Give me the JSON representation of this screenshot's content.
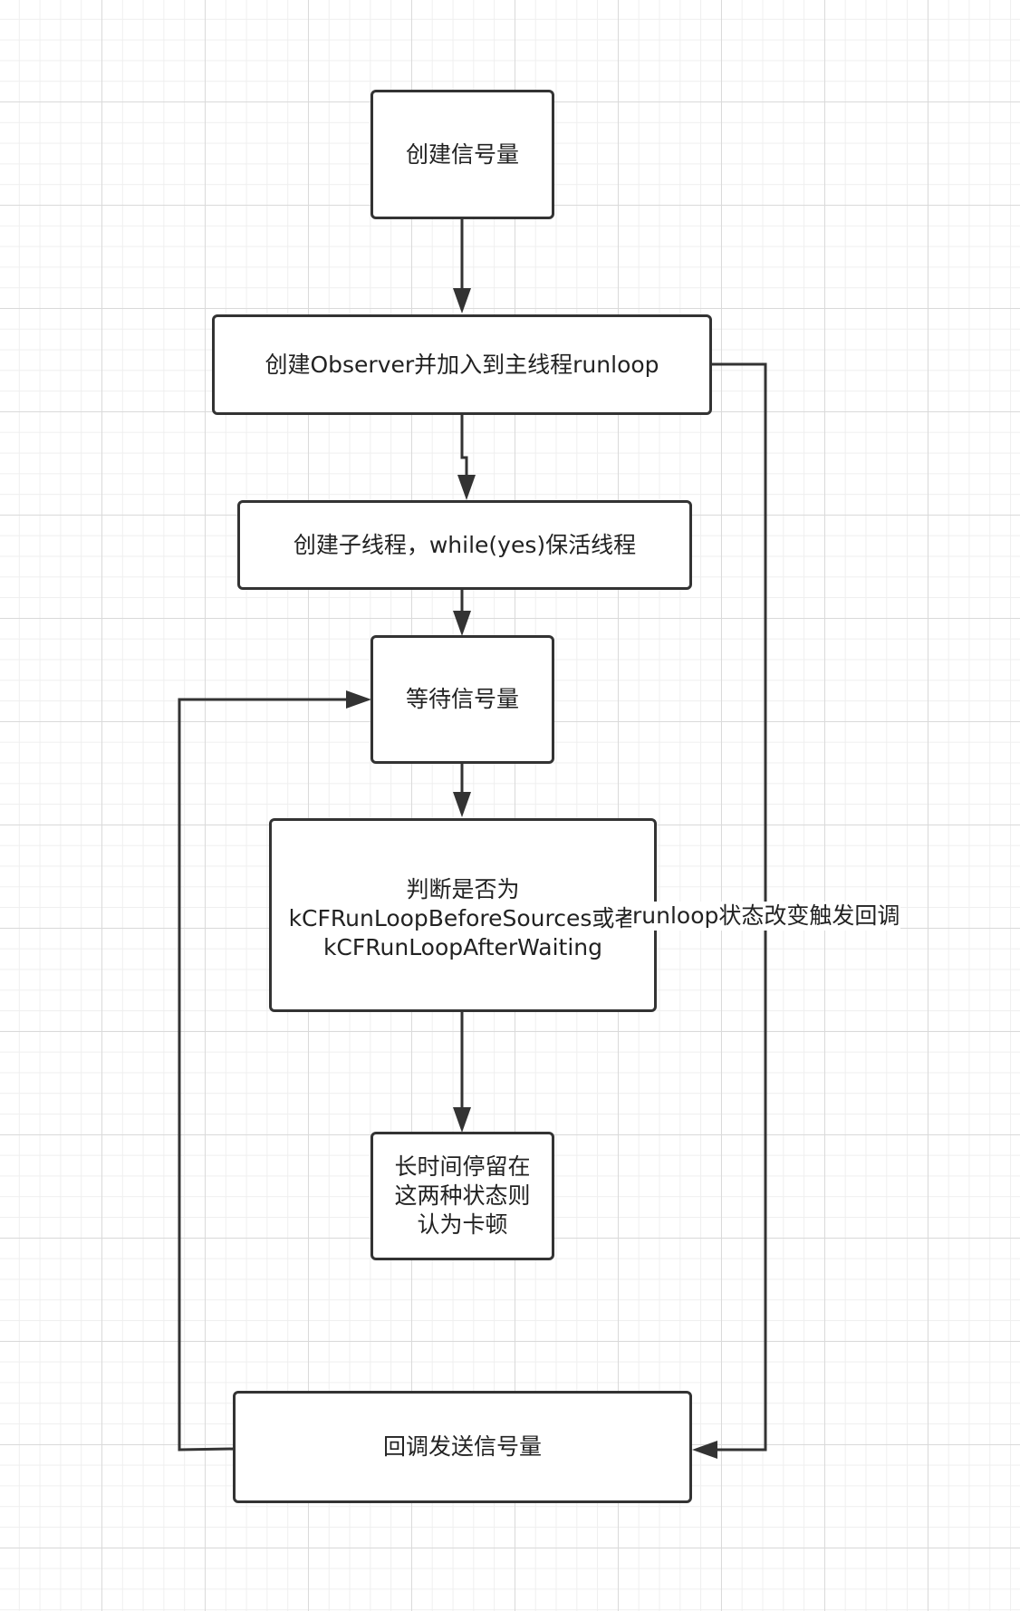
{
  "nodes": {
    "create_semaphore": "创建信号量",
    "create_observer": "创建Observer并加入到主线程runloop",
    "create_thread": "创建子线程，while(yes)保活线程",
    "wait_semaphore": "等待信号量",
    "judge_line1": "判断是否为",
    "judge_line2": "kCFRunLoopBeforeSources或者",
    "judge_line3": "kCFRunLoopAfterWaiting",
    "stall_line1": "长时间停留在",
    "stall_line2": "这两种状态则",
    "stall_line3": "认为卡顿",
    "callback_signal": "回调发送信号量"
  },
  "edges": {
    "runloop_change_label": "runloop状态改变触发回调"
  },
  "colors": {
    "stroke": "#333333",
    "grid_major": "#dadada",
    "grid_minor": "#efefef"
  }
}
